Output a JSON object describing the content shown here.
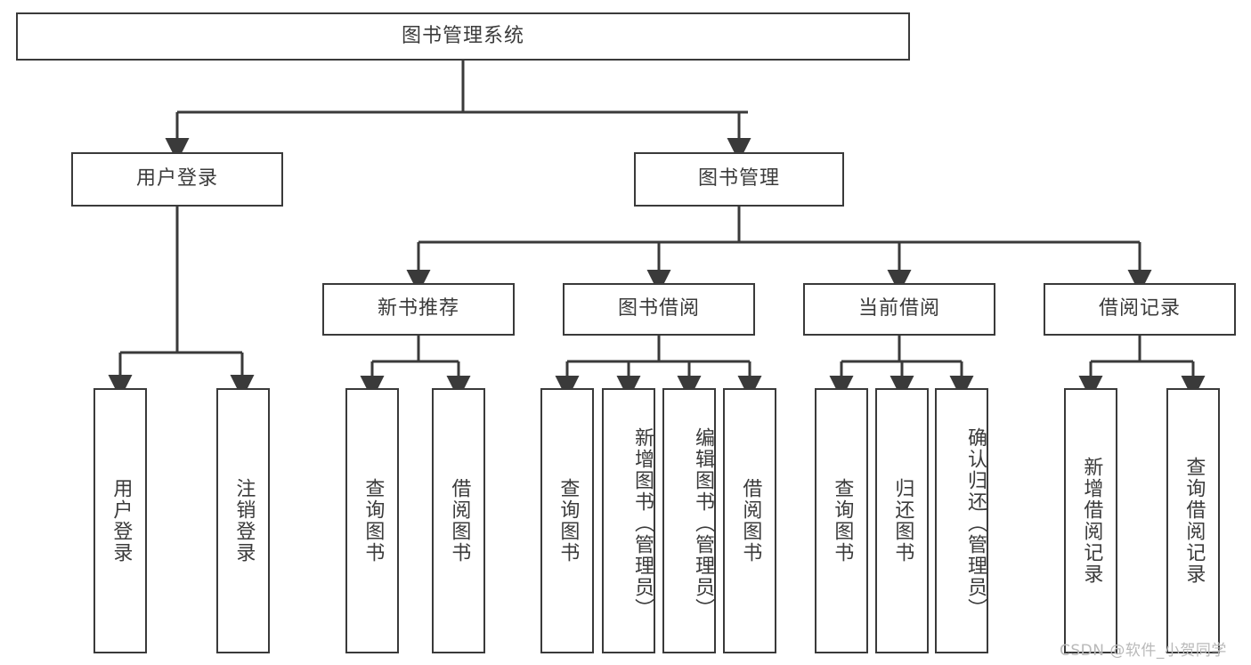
{
  "diagram": {
    "title": "图书管理系统",
    "type": "tree-hierarchy-diagram",
    "colors": {
      "box_border": "#3a3a3a",
      "box_fill": "#ffffff",
      "connector": "#3a3a3a",
      "text": "#3b3b3b",
      "watermark": "#b9b9b9",
      "background": "#ffffff"
    },
    "root": {
      "label": "图书管理系统"
    },
    "level2": [
      {
        "label": "用户登录"
      },
      {
        "label": "图书管理"
      }
    ],
    "level3": [
      {
        "label": "新书推荐"
      },
      {
        "label": "图书借阅"
      },
      {
        "label": "当前借阅"
      },
      {
        "label": "借阅记录"
      }
    ],
    "leaves": {
      "user_login": [
        {
          "label": "用户登录"
        },
        {
          "label": "注销登录"
        }
      ],
      "new_book_recommend": [
        {
          "label": "查询图书"
        },
        {
          "label": "借阅图书"
        }
      ],
      "book_borrow": [
        {
          "label": "查询图书"
        },
        {
          "label": "新增图书（管理员）"
        },
        {
          "label": "编辑图书（管理员）"
        },
        {
          "label": "借阅图书"
        }
      ],
      "current_borrow": [
        {
          "label": "查询图书"
        },
        {
          "label": "归还图书"
        },
        {
          "label": "确认归还（管理员）"
        }
      ],
      "borrow_record": [
        {
          "label": "新增借阅记录"
        },
        {
          "label": "查询借阅记录"
        }
      ]
    },
    "watermark": "CSDN @软件_小贺同学"
  }
}
